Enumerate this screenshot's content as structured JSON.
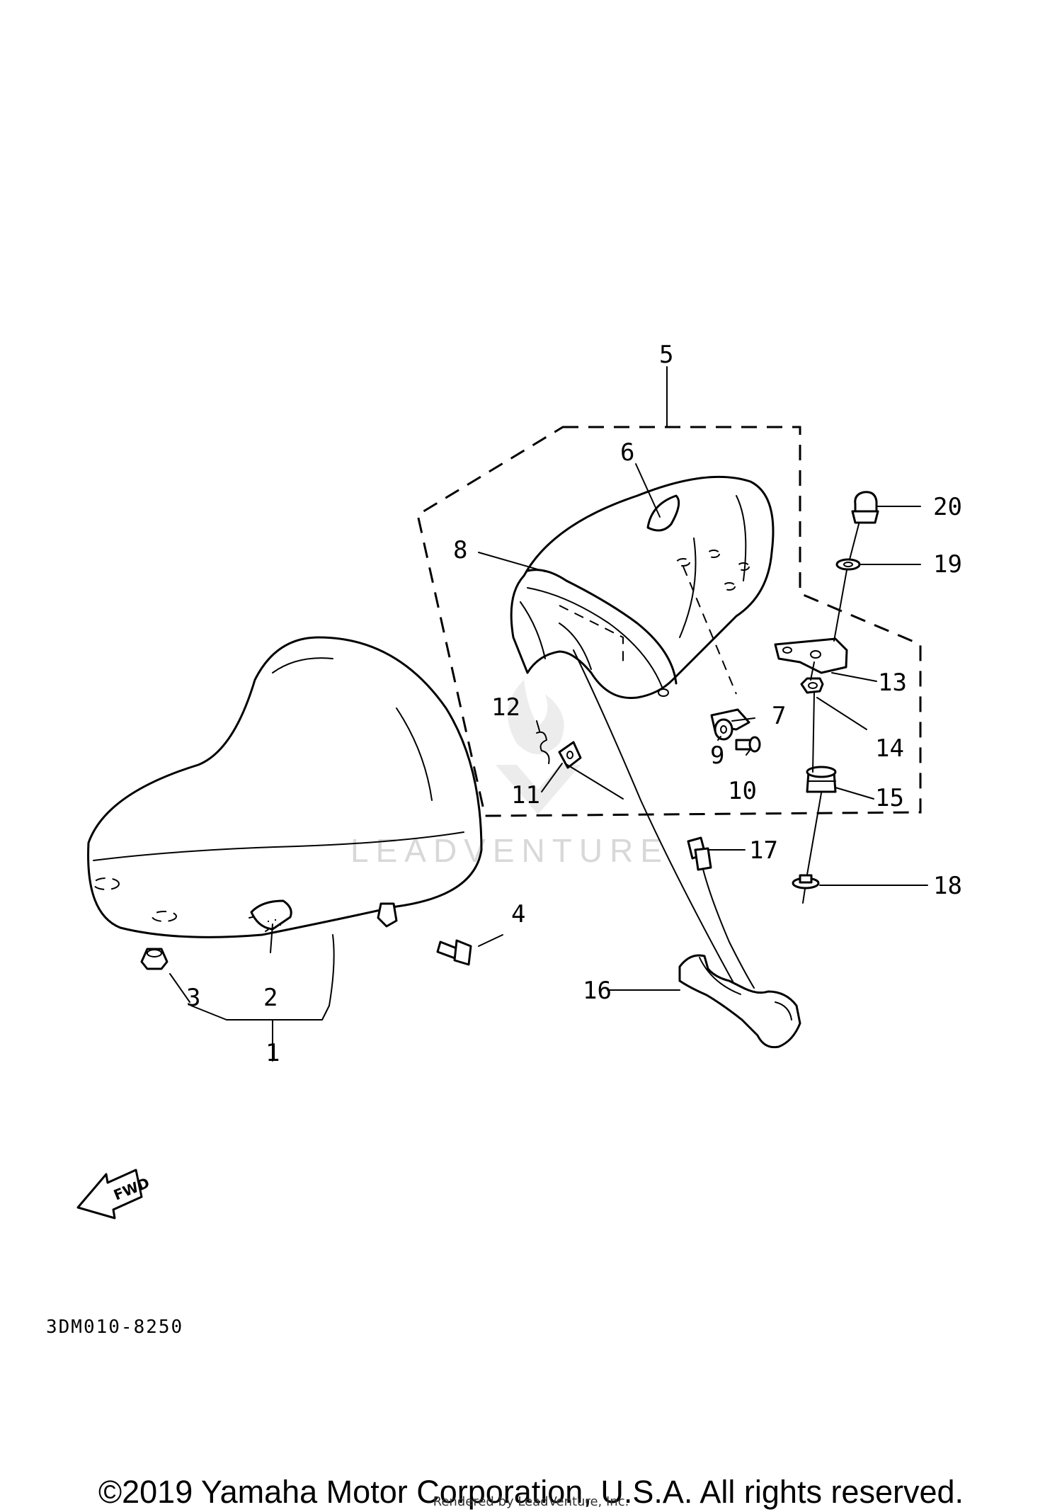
{
  "callouts": {
    "c1": "1",
    "c2": "2",
    "c3": "3",
    "c4": "4",
    "c5": "5",
    "c6": "6",
    "c7": "7",
    "c8": "8",
    "c9": "9",
    "c10": "10",
    "c11": "11",
    "c12": "12",
    "c13": "13",
    "c14": "14",
    "c15": "15",
    "c16": "16",
    "c17": "17",
    "c18": "18",
    "c19": "19",
    "c20": "20"
  },
  "fwd_label": "FWD",
  "diagram_code": "3DM010-8250",
  "watermark": "LEADVENTURE",
  "footer": {
    "copyright": "©2019 Yamaha Motor Corporation, U.S.A. All rights reserved.",
    "rendered_by": "Rendered by LeadVenture, Inc."
  }
}
